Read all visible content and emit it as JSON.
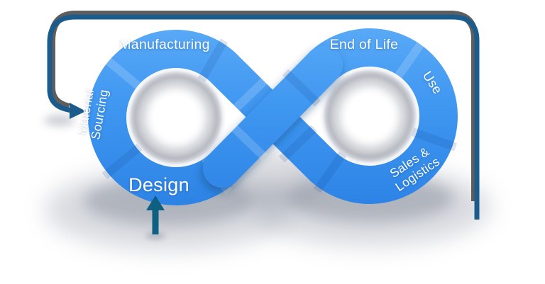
{
  "diagram": {
    "stages": {
      "manufacturing": {
        "label": "Manufacturing"
      },
      "end_of_life": {
        "label": "End of Life"
      },
      "material_sourcing": {
        "lines": [
          "Material",
          "Sourcing"
        ]
      },
      "use": {
        "label": "Use"
      },
      "design": {
        "label": "Design"
      },
      "sales_logistics": {
        "lines": [
          "Sales &",
          "Logistics"
        ]
      }
    },
    "colors": {
      "ribbon_blue": "#3E96F0",
      "ribbon_blue_light": "#58A9F7",
      "ribbon_blue_dark": "#2C82E4",
      "frame_line_blue": "#1B5C8C",
      "frame_shadow_gray": "#4D4D4D",
      "design_arrow_teal": "#0E5F80",
      "label_white": "#FFFFFF"
    }
  }
}
